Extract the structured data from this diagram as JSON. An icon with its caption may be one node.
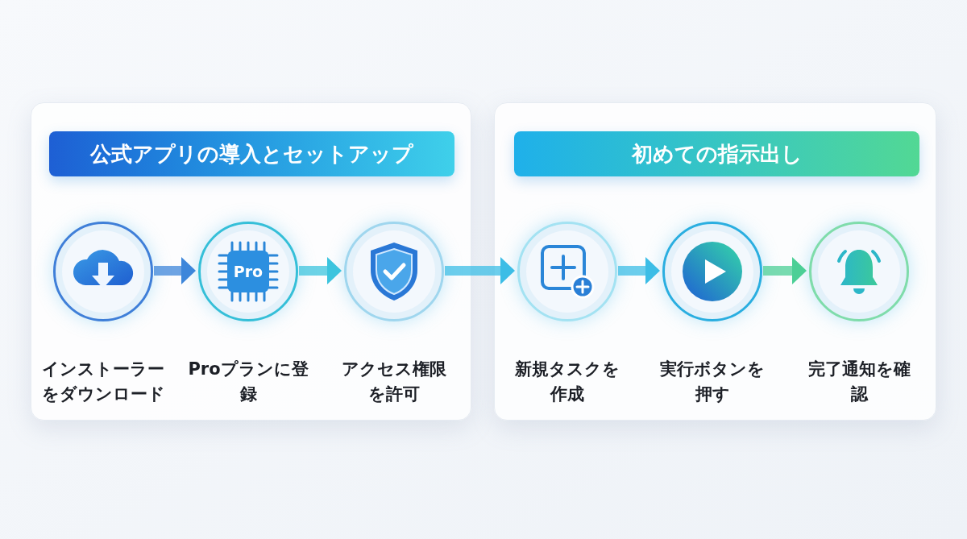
{
  "diagram": {
    "nodes": [
      {
        "text": [],
        "shape": "box"
      },
      {
        "text": [
          "公式アプリの導入とセットアップ"
        ],
        "in": 0
      },
      {
        "text": [],
        "shape": "circle",
        "in": 0,
        "beside": [
          "インストーラーをダウンロード"
        ]
      },
      {
        "text": [
          "Pro"
        ],
        "in": 0,
        "beside": [
          "Proプランに登録"
        ]
      },
      {
        "text": [],
        "shape": "circle",
        "in": 0,
        "beside": [
          "アクセス権限を許可"
        ]
      },
      {
        "text": [],
        "shape": "box"
      },
      {
        "text": [
          "初めての指示出し"
        ],
        "in": 5
      },
      {
        "text": [],
        "shape": "circle",
        "in": 5,
        "beside": [
          "新規タスクを作成"
        ]
      },
      {
        "text": [],
        "shape": "circle",
        "in": 5,
        "beside": [
          "実行ボタンを押す"
        ]
      },
      {
        "text": [],
        "shape": "circle",
        "in": 5,
        "beside": [
          "完了通知を確認"
        ]
      }
    ],
    "edges": [
      {
        "from": 2,
        "to": 3,
        "arrow": "to"
      },
      {
        "from": 3,
        "to": 4,
        "arrow": "to"
      },
      {
        "from": 4,
        "to": 7,
        "arrow": "to"
      },
      {
        "from": 7,
        "to": 8,
        "arrow": "to"
      },
      {
        "from": 8,
        "to": 9,
        "arrow": "to"
      }
    ]
  }
}
